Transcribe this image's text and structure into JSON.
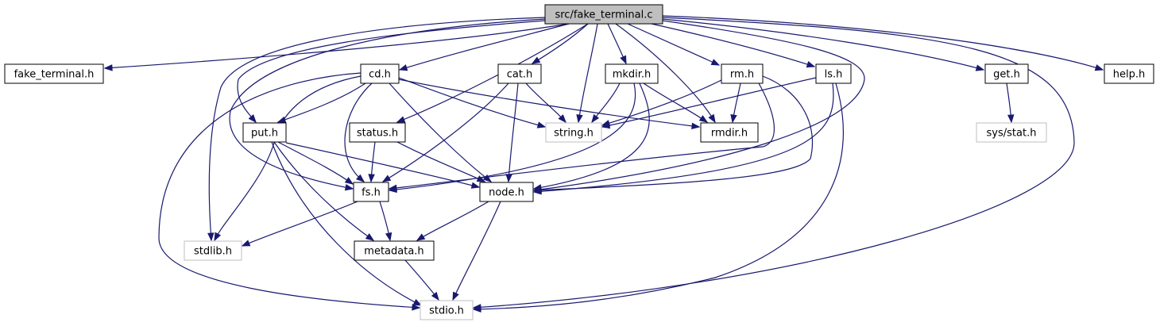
{
  "graph": {
    "colors": {
      "edge": "#191970",
      "root_fill": "#bfbfbf",
      "documented_border": "#000000",
      "external_border": "#bfbfbf",
      "external_text": "#000000"
    },
    "nodes": {
      "root": {
        "label": "src/fake_terminal.c",
        "kind": "root"
      },
      "fake_terminal_h": {
        "label": "fake_terminal.h",
        "kind": "documented"
      },
      "cd_h": {
        "label": "cd.h",
        "kind": "documented"
      },
      "cat_h": {
        "label": "cat.h",
        "kind": "documented"
      },
      "mkdir_h": {
        "label": "mkdir.h",
        "kind": "documented"
      },
      "rm_h": {
        "label": "rm.h",
        "kind": "documented"
      },
      "ls_h": {
        "label": "ls.h",
        "kind": "documented"
      },
      "get_h": {
        "label": "get.h",
        "kind": "documented"
      },
      "help_h": {
        "label": "help.h",
        "kind": "documented"
      },
      "put_h": {
        "label": "put.h",
        "kind": "documented"
      },
      "status_h": {
        "label": "status.h",
        "kind": "documented"
      },
      "string_h": {
        "label": "string.h",
        "kind": "external"
      },
      "rmdir_h": {
        "label": "rmdir.h",
        "kind": "documented"
      },
      "sys_stat_h": {
        "label": "sys/stat.h",
        "kind": "external"
      },
      "fs_h": {
        "label": "fs.h",
        "kind": "documented"
      },
      "node_h": {
        "label": "node.h",
        "kind": "documented"
      },
      "stdlib_h": {
        "label": "stdlib.h",
        "kind": "external"
      },
      "metadata_h": {
        "label": "metadata.h",
        "kind": "documented"
      },
      "stdio_h": {
        "label": "stdio.h",
        "kind": "external"
      }
    }
  }
}
